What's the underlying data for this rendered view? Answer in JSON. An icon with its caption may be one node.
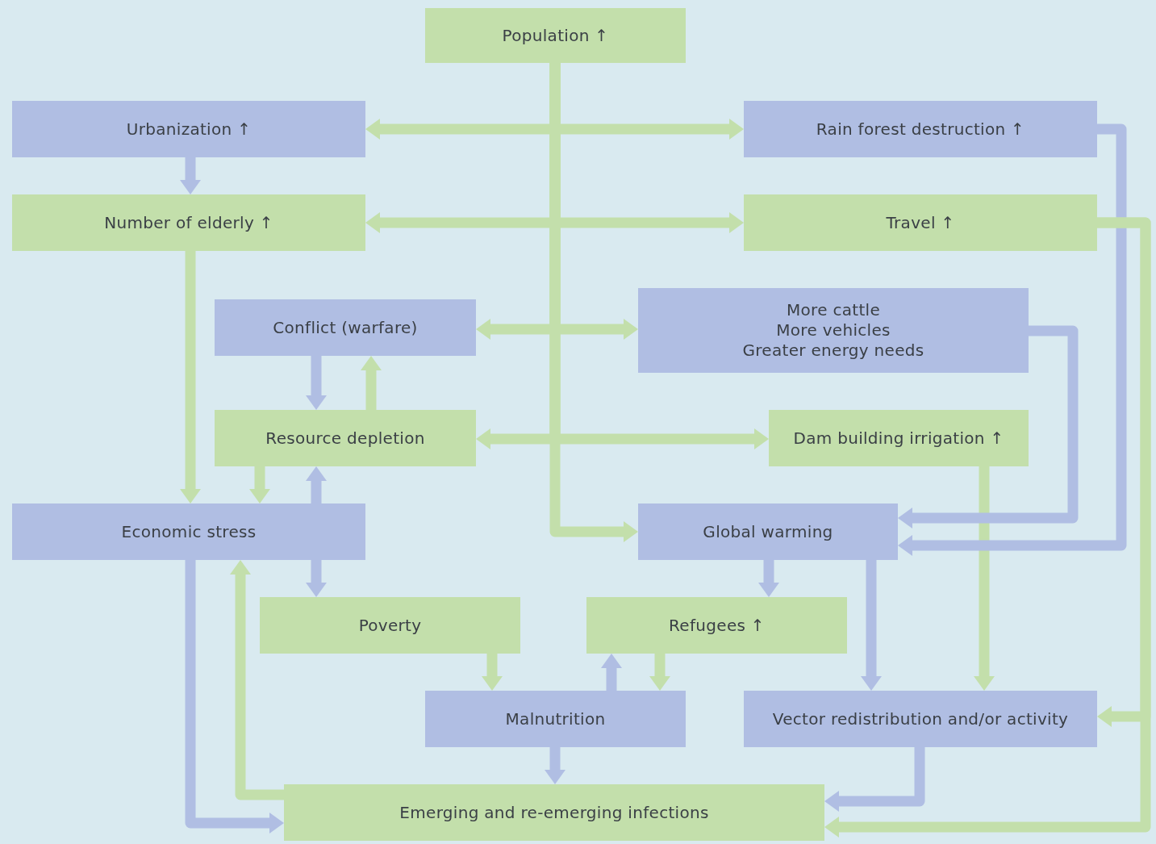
{
  "diagram": {
    "nodes": [
      {
        "text": [
          "Population ↑"
        ]
      },
      {
        "text": [
          "Urbanization ↑"
        ]
      },
      {
        "text": [
          "Rain forest destruction ↑"
        ]
      },
      {
        "text": [
          "Number of elderly ↑"
        ]
      },
      {
        "text": [
          "Travel ↑"
        ]
      },
      {
        "text": [
          "Conflict (warfare)"
        ]
      },
      {
        "text": [
          "More cattle",
          "More vehicles",
          "Greater energy needs"
        ]
      },
      {
        "text": [
          "Resource depletion"
        ]
      },
      {
        "text": [
          "Dam building irrigation ↑"
        ]
      },
      {
        "text": [
          "Economic stress"
        ]
      },
      {
        "text": [
          "Global warming"
        ]
      },
      {
        "text": [
          "Poverty"
        ]
      },
      {
        "text": [
          "Refugees ↑"
        ]
      },
      {
        "text": [
          "Malnutrition"
        ]
      },
      {
        "text": [
          "Vector redistribution and/or activity"
        ]
      },
      {
        "text": [
          "Emerging and re-emerging infections"
        ]
      }
    ],
    "edges": [
      {
        "from": 0,
        "to": 1,
        "arrow": "to"
      },
      {
        "from": 0,
        "to": 2,
        "arrow": "to"
      },
      {
        "from": 0,
        "to": 3,
        "arrow": "to"
      },
      {
        "from": 0,
        "to": 4,
        "arrow": "to"
      },
      {
        "from": 0,
        "to": 5,
        "arrow": "to"
      },
      {
        "from": 0,
        "to": 6,
        "arrow": "to"
      },
      {
        "from": 0,
        "to": 7,
        "arrow": "to"
      },
      {
        "from": 0,
        "to": 8,
        "arrow": "to"
      },
      {
        "from": 0,
        "to": 10,
        "arrow": "to"
      },
      {
        "from": 1,
        "to": 3,
        "arrow": "to",
        "color": "#b0bee3"
      },
      {
        "from": 3,
        "to": 9,
        "arrow": "to"
      },
      {
        "from": 5,
        "to": 7,
        "arrow": "to",
        "color": "#b0bee3"
      },
      {
        "from": 7,
        "to": 5,
        "arrow": "to"
      },
      {
        "from": 7,
        "to": 9,
        "arrow": "to"
      },
      {
        "from": 9,
        "to": 7,
        "arrow": "to",
        "color": "#b0bee3"
      },
      {
        "from": 9,
        "to": 11,
        "arrow": "to",
        "color": "#b0bee3"
      },
      {
        "from": 9,
        "to": 15,
        "arrow": "to",
        "color": "#b0bee3"
      },
      {
        "from": 15,
        "to": 9,
        "arrow": "to"
      },
      {
        "from": 11,
        "to": 13,
        "arrow": "to"
      },
      {
        "from": 13,
        "to": 12,
        "arrow": "to",
        "color": "#b0bee3"
      },
      {
        "from": 12,
        "to": 13,
        "arrow": "to"
      },
      {
        "from": 13,
        "to": 15,
        "arrow": "to",
        "color": "#b0bee3"
      },
      {
        "from": 10,
        "to": 12,
        "arrow": "to",
        "color": "#b0bee3"
      },
      {
        "from": 10,
        "to": 14,
        "arrow": "to",
        "color": "#b0bee3"
      },
      {
        "from": 8,
        "to": 14,
        "arrow": "to"
      },
      {
        "from": 6,
        "to": 10,
        "arrow": "to",
        "color": "#b0bee3"
      },
      {
        "from": 2,
        "to": 10,
        "arrow": "to",
        "color": "#b0bee3"
      },
      {
        "from": 4,
        "to": 14,
        "arrow": "to"
      },
      {
        "from": 4,
        "to": 15,
        "arrow": "to"
      },
      {
        "from": 14,
        "to": 15,
        "arrow": "to",
        "color": "#b0bee3"
      }
    ]
  }
}
